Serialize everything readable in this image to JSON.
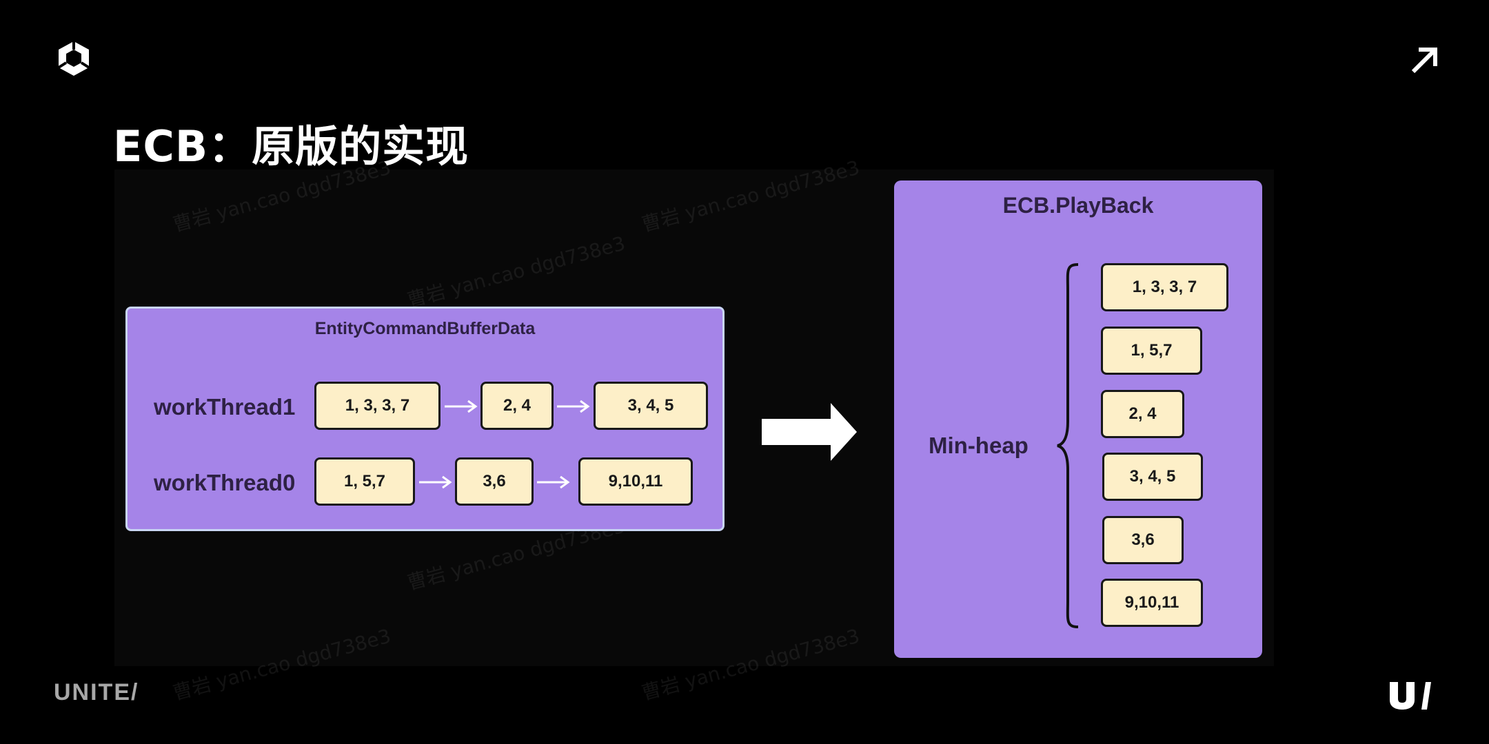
{
  "slide": {
    "title": "ECB：原版的实现",
    "footer_brand": "UNITE/",
    "icons": {
      "logo": "unity-cube-icon",
      "corner": "external-link-arrow-icon",
      "footer_mark": "unite-u-mark-icon"
    }
  },
  "watermark_text": "曹岩 yan.cao dgd738e3",
  "left_panel": {
    "title": "EntityCommandBufferData",
    "rows": [
      {
        "label": "workThread1",
        "nodes": [
          "1, 3, 3, 7",
          "2, 4",
          "3, 4, 5"
        ]
      },
      {
        "label": "workThread0",
        "nodes": [
          "1, 5,7",
          "3,6",
          "9,10,11"
        ]
      }
    ]
  },
  "right_panel": {
    "title": "ECB.PlayBack",
    "heap_label": "Min-heap",
    "items": [
      "1, 3, 3, 7",
      "1, 5,7",
      "2, 4",
      "3, 4, 5",
      "3,6",
      "9,10,11"
    ]
  },
  "colors": {
    "background": "#000000",
    "panel": "#a584e8",
    "node_fill": "#fdefc8",
    "panel_text": "#2e2144"
  }
}
